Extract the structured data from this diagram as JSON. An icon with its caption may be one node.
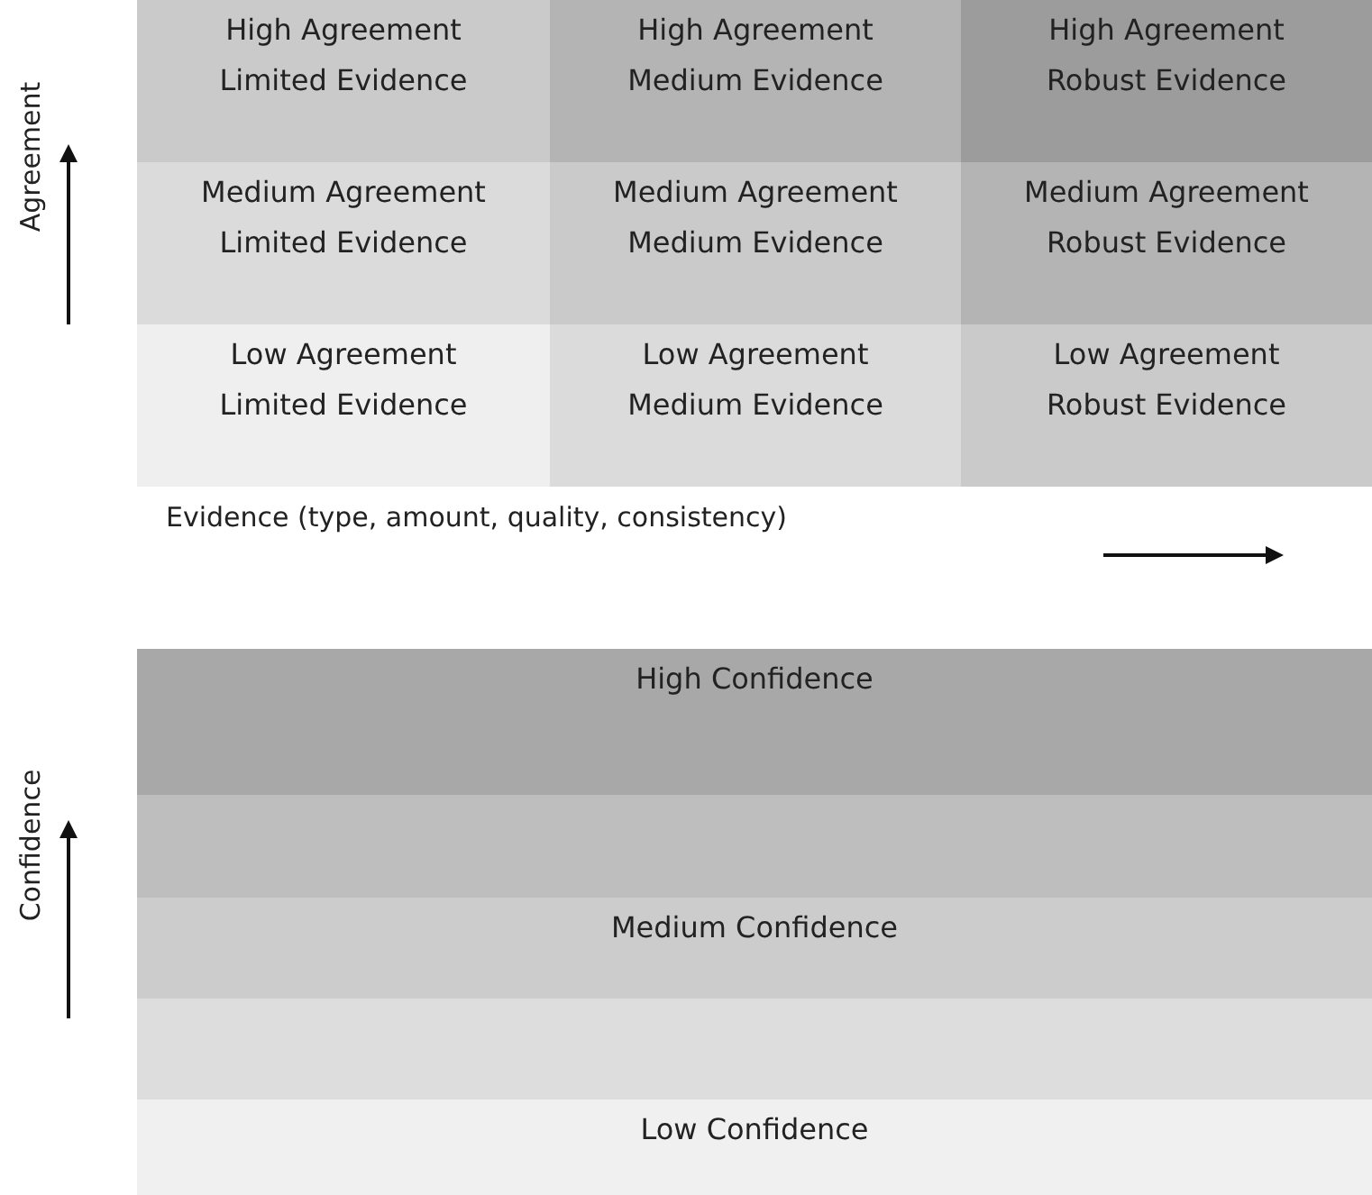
{
  "diagram": {
    "nodes": [
      {
        "text": [
          "High Agreement",
          "Limited Evidence"
        ]
      },
      {
        "text": [
          "High Agreement",
          "Medium Evidence"
        ]
      },
      {
        "text": [
          "High Agreement",
          "Robust Evidence"
        ]
      },
      {
        "text": [
          "Medium Agreement",
          "Limited Evidence"
        ]
      },
      {
        "text": [
          "Medium Agreement",
          "Medium Evidence"
        ]
      },
      {
        "text": [
          "Medium Agreement",
          "Robust Evidence"
        ]
      },
      {
        "text": [
          "Low Agreement",
          "Limited Evidence"
        ]
      },
      {
        "text": [
          "Low Agreement",
          "Medium Evidence"
        ]
      },
      {
        "text": [
          "Low Agreement",
          "Robust Evidence"
        ]
      },
      {
        "text": [
          "High Confidence"
        ]
      },
      {
        "text": [],
        "shape": "bar"
      },
      {
        "text": [
          "Medium Confidence"
        ]
      },
      {
        "text": [],
        "shape": "bar"
      },
      {
        "text": [
          "Low Confidence"
        ]
      }
    ],
    "labels": [
      "Agreement",
      "Evidence (type, amount, quality, consistency)",
      "Confidence"
    ]
  }
}
